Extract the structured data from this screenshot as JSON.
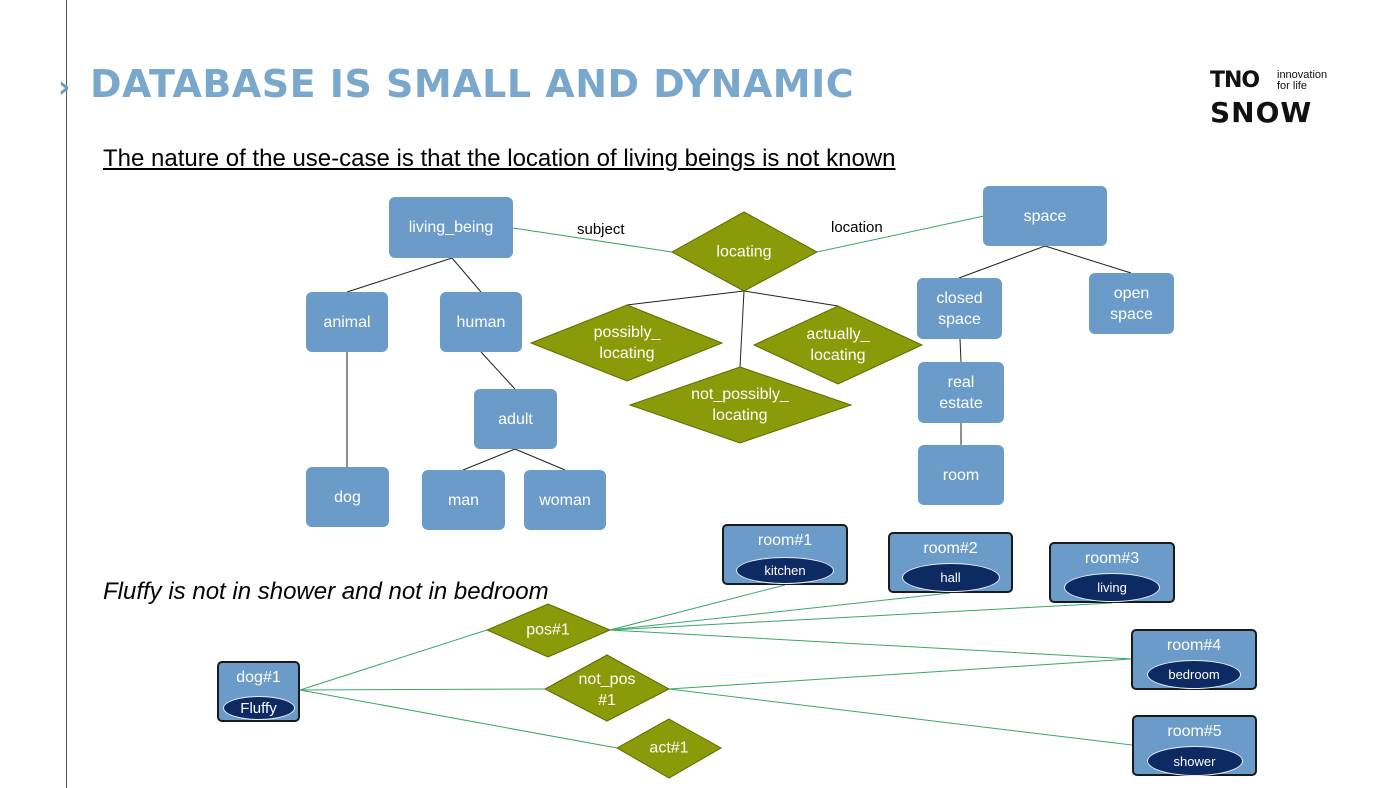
{
  "title": "DATABASE IS SMALL AND DYNAMIC",
  "subtitle": "The nature of the use-case is that the location of living beings is not known",
  "caption": "Fluffy is not in shower and not in bedroom",
  "logo": {
    "tno": "TNO",
    "tagline": "innovation\nfor life",
    "snow": "SNOW"
  },
  "edge_labels": {
    "subject": "subject",
    "location": "location"
  },
  "classes": {
    "living_being": "living_being",
    "animal": "animal",
    "human": "human",
    "adult": "adult",
    "dog": "dog",
    "man": "man",
    "woman": "woman",
    "space": "space",
    "closed_space": "closed\nspace",
    "open_space": "open\nspace",
    "real_estate": "real\nestate",
    "room": "room"
  },
  "relations": {
    "locating": "locating",
    "possibly_locating": "possibly_\nlocating",
    "actually_locating": "actually_\nlocating",
    "not_possibly_locating": "not_possibly_\nlocating"
  },
  "instances": {
    "dog1": {
      "label": "dog#1",
      "name": "Fluffy"
    },
    "room1": {
      "label": "room#1",
      "name": "kitchen"
    },
    "room2": {
      "label": "room#2",
      "name": "hall"
    },
    "room3": {
      "label": "room#3",
      "name": "living"
    },
    "room4": {
      "label": "room#4",
      "name": "bedroom"
    },
    "room5": {
      "label": "room#5",
      "name": "shower"
    },
    "pos1": "pos#1",
    "not_pos1": "not_pos\n#1",
    "act1": "act#1"
  },
  "colors": {
    "node_fill": "#6b9bc8",
    "diamond_fill": "#8a9a08",
    "pill_fill": "#0d2a63",
    "title": "#7aa7cc",
    "green_line": "#3aa66a",
    "black_line": "#222222"
  }
}
